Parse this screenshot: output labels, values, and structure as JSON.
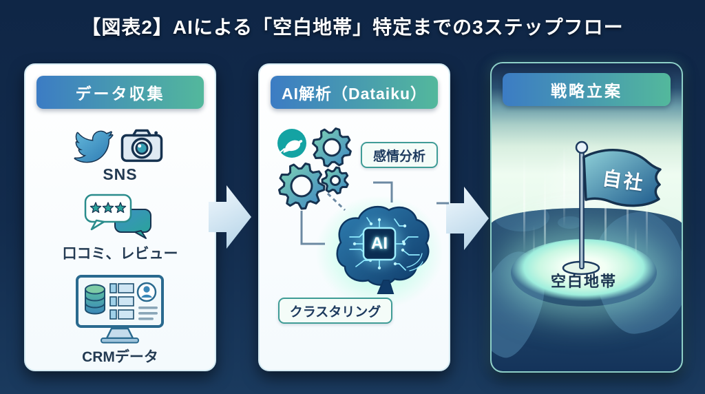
{
  "title": "【図表2】AIによる「空白地帯」特定までの3ステップフロー",
  "panels": [
    {
      "header": "データ収集",
      "items": [
        {
          "label": "SNS",
          "icons": [
            "twitter-bird-icon",
            "camera-icon"
          ]
        },
        {
          "label": "口コミ、レビュー",
          "icons": [
            "review-bubbles-icon",
            "star-rating-icon"
          ]
        },
        {
          "label": "CRMデータ",
          "icons": [
            "crm-monitor-icon",
            "database-icon",
            "customer-avatar-icon"
          ]
        }
      ]
    },
    {
      "header": "AI解析（Dataiku）",
      "badge_top": "感情分析",
      "badge_bottom": "クラスタリング",
      "chip_label": "AI",
      "icons": [
        "dataiku-logo-icon",
        "gears-icon",
        "ai-brain-icon",
        "connector-lines"
      ]
    },
    {
      "header": "戦略立案",
      "flag_label": "自社",
      "zone_label": "空白地帯",
      "icons": [
        "company-flag-icon",
        "world-map",
        "glow-zone"
      ]
    }
  ],
  "arrows": [
    "right-arrow",
    "right-arrow"
  ],
  "colors": {
    "background": "#122b4c",
    "header_gradient_left": "#3c7cc4",
    "header_gradient_right": "#53b89c",
    "panel_light": "#f7fbfd",
    "dark_navy_outline": "#16324f",
    "accent_teal": "#18a3a3",
    "badge_border": "#3f9c96",
    "glow_mint": "#bff2df",
    "brain_blue": "#1d578a",
    "circuit_cyan": "#8feaff"
  }
}
